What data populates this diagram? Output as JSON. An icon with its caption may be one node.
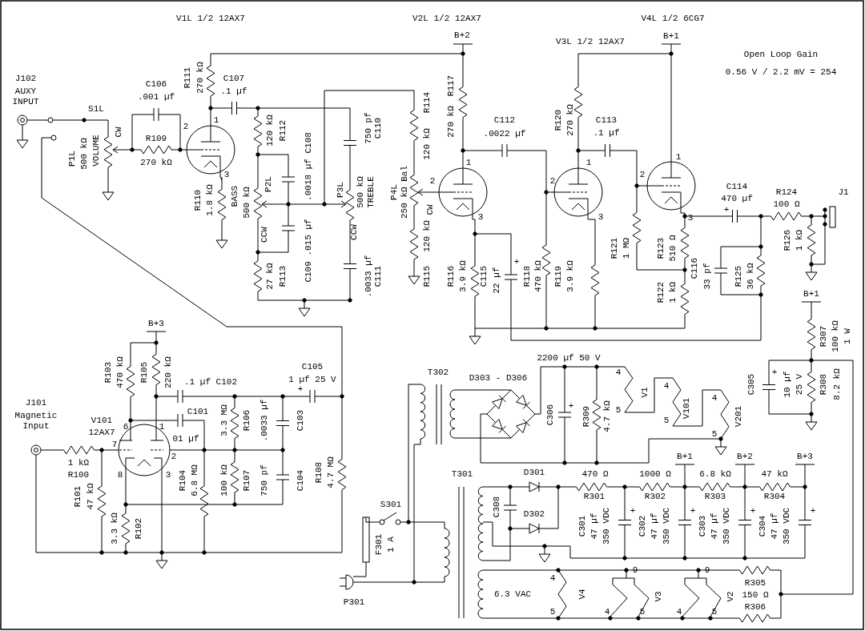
{
  "diagram": {
    "labels": [
      "V1L 1/2 12AX7",
      "V2L 1/2 12AX7",
      "V4L 1/2 6CG7",
      "B+2",
      "B+1",
      "V3L 1/2 12AX7",
      "Open Loop Gain",
      "0.56 V / 2.2 mV = 254",
      "R111",
      "270 kΩ",
      "C107",
      ".1 µf",
      "J102",
      "AUXY INPUT",
      "C106",
      ".001 µf",
      "S1L",
      "R117",
      "270 kΩ",
      "R114",
      "120 kΩ",
      "750 pf",
      "C110",
      "R120",
      "270 kΩ",
      "C112",
      ".0022 µf",
      "C113",
      ".1 µf",
      "1",
      "2",
      "R109",
      "270 kΩ",
      "P1L",
      "500 kΩ",
      "VOLUME",
      "CW",
      "120 kΩ",
      "R112",
      ".0018 µf C108",
      "1",
      "1",
      "1",
      "3",
      "2",
      "2",
      "2",
      "R110",
      "1.8 kΩ",
      "BASS",
      "500 kΩ",
      "P2L",
      "P3L",
      "500 kΩ",
      "TREBLE",
      "P4L",
      "250 kΩ Bal",
      "CW",
      "C114",
      "470 µf",
      "R124",
      "100 Ω",
      "J1",
      "+",
      "3",
      "3",
      "3",
      "CCW",
      "CCW",
      "C109 .015 µf",
      "R121",
      "1 MΩ",
      "R123",
      "510 Ω",
      "R126",
      "1 kΩ",
      "+",
      "27 kΩ",
      "R113",
      ".0033 µf",
      "C111",
      "R115",
      "120 kΩ",
      "R116",
      "3.9 kΩ",
      "C115",
      "22 µf",
      "R118",
      "470 kΩ",
      "R119",
      "3.9 kΩ",
      "C116",
      "33 pf",
      "R125",
      "36 kΩ",
      "R122",
      "1 kΩ",
      "B+1",
      "B+3",
      "R307",
      "100 kΩ",
      "1 W",
      "2200 µf 50 V",
      "C105",
      "1 µf 25 V",
      "R103",
      "470 kΩ",
      "R105",
      "220 kΩ",
      "T302",
      "D303 - D306",
      ".1 µf C102",
      "+",
      "C305",
      "+",
      "10 µf",
      "25 V",
      "R308",
      "8.2 kΩ",
      "4",
      "V1",
      "5",
      "4",
      "V101",
      "5",
      "4",
      "V201",
      "5",
      "J101",
      "Magnetic Input",
      "C101",
      "C306",
      "+",
      "R309",
      "4.7 kΩ",
      "V101",
      "12AX7",
      "3.3 MΩ",
      "R106",
      ".0033 µf",
      "C103",
      "6",
      "1",
      "01 µf",
      "7",
      "2",
      "B+1",
      "B+2",
      "B+3",
      "1 kΩ",
      "R100",
      "8",
      "3",
      "T301",
      "D301",
      "470 Ω",
      "1000 Ω",
      "6.8 kΩ",
      "47 kΩ",
      "R104",
      "6.8 MΩ",
      "100 kΩ",
      "R107",
      "750 pf",
      "C104",
      "R108",
      "4.7 MΩ",
      "R301",
      "R302",
      "R303",
      "R304",
      "R101",
      "47 kΩ",
      "3.3 kΩ",
      "R102",
      "S301",
      "C308",
      "+",
      "+",
      "+",
      "+",
      "D302",
      "C301",
      "47 µf",
      "350 VDC",
      "C302",
      "47 µf",
      "350 VDC",
      "C303",
      "47 µf",
      "350 VDC",
      "C304",
      "47 µf",
      "350 VDC",
      "F301",
      "1 A",
      "9",
      "9",
      "4",
      "R305",
      "6.3 VAC",
      "V4",
      "V3",
      "V2",
      "150 Ω",
      "P301",
      "R306",
      "5",
      "4",
      "5",
      "4",
      "5"
    ]
  }
}
